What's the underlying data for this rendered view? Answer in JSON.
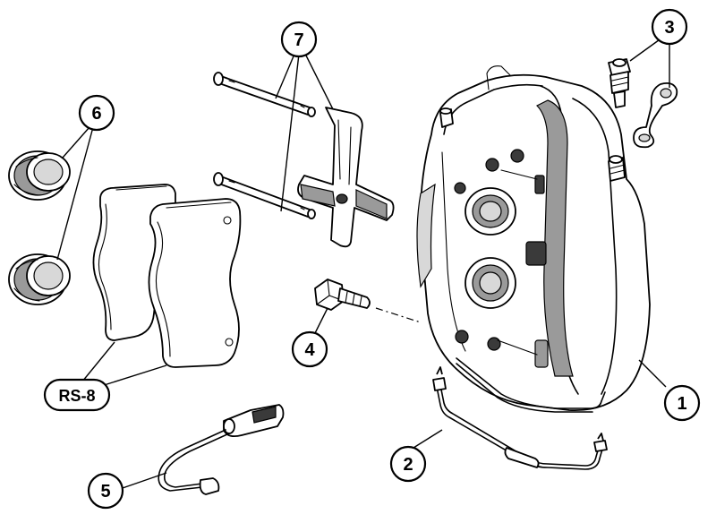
{
  "callouts": {
    "c1": "1",
    "c2": "2",
    "c3": "3",
    "c4": "4",
    "c5": "5",
    "c6": "6",
    "c7": "7"
  },
  "pad_tag": "RS-8"
}
